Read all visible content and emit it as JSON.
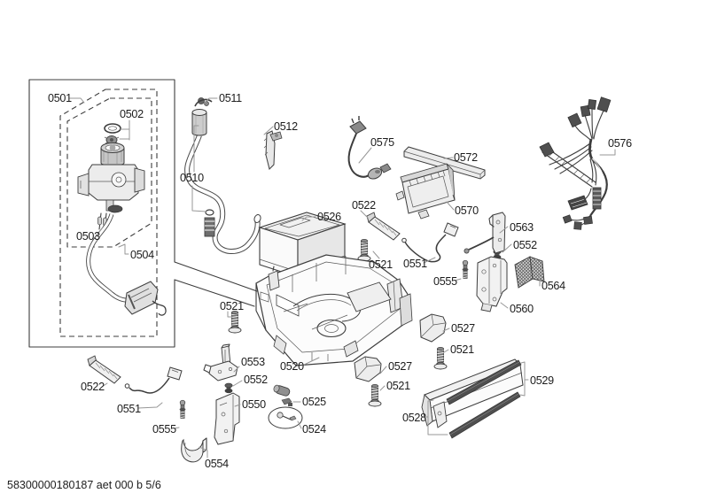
{
  "diagram": {
    "type": "exploded-parts-diagram",
    "footer_code": "58300000180187 aet 000 b 5/6",
    "colors": {
      "background": "#ffffff",
      "line": "#3d3d3d",
      "leader": "#979797",
      "label_text": "#1c1c1c",
      "dark_fill": "#4f4f4f"
    },
    "labels": {
      "p0501": "0501",
      "p0502": "0502",
      "p0503": "0503",
      "p0504": "0504",
      "p0510": "0510",
      "p0511": "0511",
      "p0512": "0512",
      "p0520": "0520",
      "p0521_a": "0521",
      "p0521_b": "0521",
      "p0521_c": "0521",
      "p0521_d": "0521",
      "p0522_a": "0522",
      "p0522_b": "0522",
      "p0524": "0524",
      "p0525": "0525",
      "p0526": "0526",
      "p0527_a": "0527",
      "p0527_b": "0527",
      "p0528": "0528",
      "p0529": "0529",
      "p0550": "0550",
      "p0551_a": "0551",
      "p0551_b": "0551",
      "p0552_a": "0552",
      "p0552_b": "0552",
      "p0553": "0553",
      "p0554": "0554",
      "p0555_a": "0555",
      "p0555_b": "0555",
      "p0560": "0560",
      "p0563": "0563",
      "p0564": "0564",
      "p0570": "0570",
      "p0572": "0572",
      "p0575": "0575",
      "p0576": "0576"
    }
  }
}
